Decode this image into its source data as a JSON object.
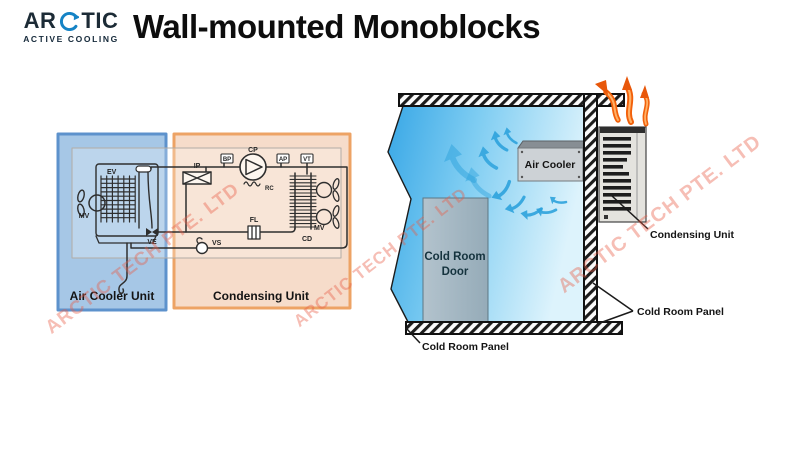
{
  "logo": {
    "brand_prefix": "AR",
    "brand_suffix": "TIC",
    "tagline": "ACTIVE COOLING"
  },
  "header": {
    "title": "Wall-mounted Monoblocks"
  },
  "watermark": {
    "text": "ARCTIC TECH PTE. LTD"
  },
  "schematic": {
    "air_cooler_unit_label": "Air Cooler Unit",
    "condensing_unit_label": "Condensing Unit",
    "labels": {
      "ev": "EV",
      "mv_evap_fan": "MV",
      "ve": "VE",
      "ip": "IP",
      "bp": "BP",
      "cp": "CP",
      "rc": "RC",
      "ap": "AP",
      "vt": "VT",
      "fl": "FL",
      "vs": "VS",
      "cd": "CD",
      "mv_cond_fan": "MV"
    }
  },
  "illustration": {
    "air_cooler_label": "Air Cooler",
    "door_label_line1": "Cold Room",
    "door_label_line2": "Door",
    "condensing_unit_label": "Condensing Unit",
    "panel_label_bottom": "Cold Room Panel",
    "panel_label_right": "Cold Room Panel"
  },
  "colors": {
    "logo_blue": "#1583c5",
    "logo_dark": "#1c2b36",
    "title": "#0d0d0d",
    "air_cooler_box_fill": "#a6c7e6",
    "air_cooler_box_border": "#5d92cc",
    "condensing_box_fill": "#f6dcca",
    "condensing_box_border": "#eda365",
    "schematic_line": "#2e2e2e",
    "room_blue_deep": "#38a7e6",
    "room_blue_pale": "#ddf3fc",
    "arrow_blue": "#2ea3dd",
    "flame_orange": "#f2600a",
    "watermark_pink": "rgba(232,92,70,0.40)"
  }
}
